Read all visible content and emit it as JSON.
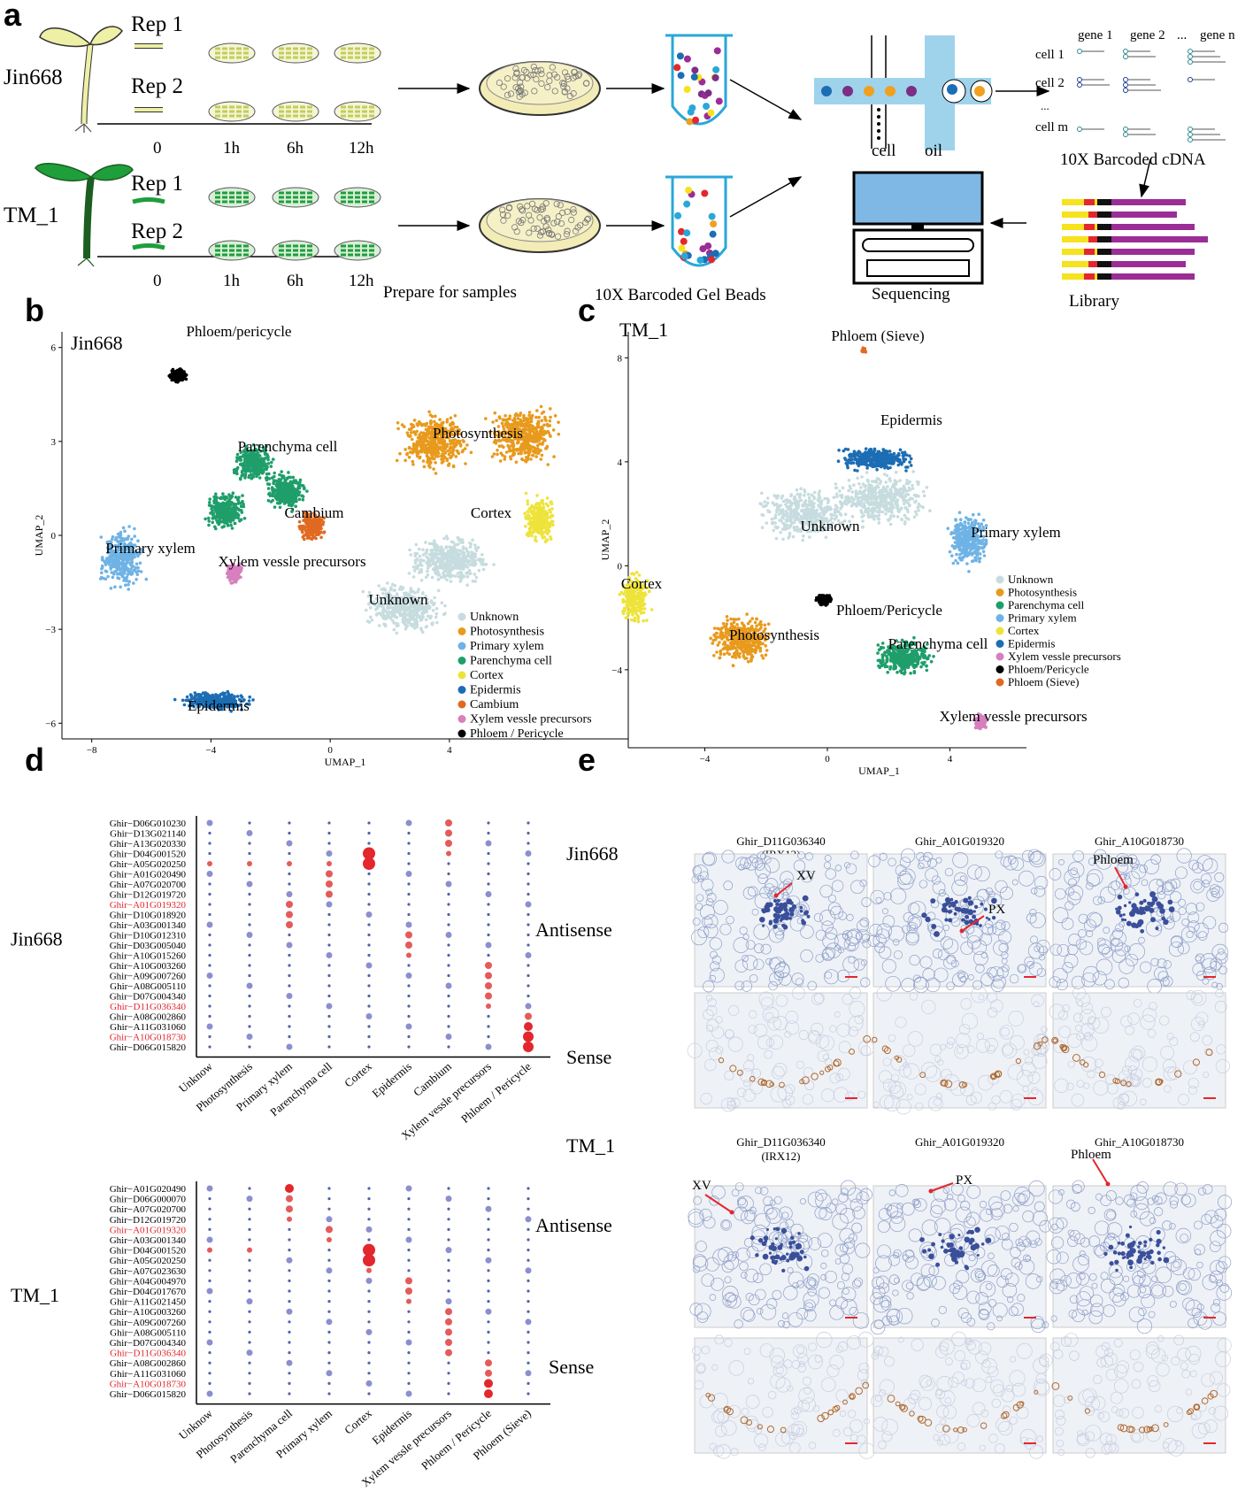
{
  "panel_letters": {
    "a": "a",
    "b": "b",
    "c": "c",
    "d": "d",
    "e": "e"
  },
  "panel_a": {
    "jin_label": "Jin668",
    "tm_label": "TM_1",
    "rep1": "Rep 1",
    "rep2": "Rep 2",
    "time_ticks": [
      "0",
      "1h",
      "6h",
      "12h"
    ],
    "prepare": "Prepare for samples",
    "beads": "10X Barcoded Gel Beads",
    "cell": "cell",
    "oil": "oil",
    "genes": [
      "gene 1",
      "gene 2",
      "...",
      "gene n"
    ],
    "cells": [
      "cell 1",
      "cell 2",
      "...",
      "cell m"
    ],
    "cdna": "10X Barcoded cDNA",
    "sequencing": "Sequencing",
    "library": "Library",
    "colors": {
      "jin_plant": "#eef0a6",
      "tm_plant": "#1f9e3c",
      "bead_tube": "#2aa7d9",
      "droplet_channel": "#9fd3ec",
      "library_yellow": "#f6e21d",
      "library_red": "#e3272d",
      "library_purple": "#9b2d96"
    }
  },
  "panel_b": {
    "title": "Jin668",
    "xlabel": "UMAP_1",
    "ylabel": "UMAP_2",
    "xticks": [
      "−8",
      "−4",
      "0",
      "4"
    ],
    "yticks": [
      "6",
      "3",
      "0",
      "−3",
      "−6"
    ],
    "clusters": [
      {
        "name": "Phloem/pericycle",
        "color": "#000000"
      },
      {
        "name": "Parenchyma cell",
        "color": "#1f9e6a"
      },
      {
        "name": "Photosynthesis",
        "color": "#e89a1d"
      },
      {
        "name": "Cambium",
        "color": "#e06a22"
      },
      {
        "name": "Cortex",
        "color": "#eee33a"
      },
      {
        "name": "Primary xylem",
        "color": "#6fb3e5"
      },
      {
        "name": "Xylem vessle precursors",
        "color": "#d77fbf"
      },
      {
        "name": "Unknown",
        "color": "#c7dcdf"
      },
      {
        "name": "Epidermis",
        "color": "#1c6db4"
      }
    ],
    "legend": [
      "Unknown",
      "Photosynthesis",
      "Primary xylem",
      "Parenchyma cell",
      "Cortex",
      "Epidermis",
      "Cambium",
      "Xylem vessle precursors",
      "Phloem / Pericycle"
    ],
    "legend_colors": [
      "#c7dcdf",
      "#e89a1d",
      "#6fb3e5",
      "#1f9e6a",
      "#eee33a",
      "#1c6db4",
      "#e06a22",
      "#d77fbf",
      "#000000"
    ]
  },
  "panel_c": {
    "title": "TM_1",
    "xlabel": "UMAP_1",
    "ylabel": "UMAP_2",
    "xticks": [
      "−4",
      "0",
      "4"
    ],
    "yticks": [
      "8",
      "4",
      "0",
      "−4"
    ],
    "clusters": [
      {
        "name": "Phloem (Sieve)",
        "color": "#e06a22"
      },
      {
        "name": "Epidermis",
        "color": "#1c6db4"
      },
      {
        "name": "Unknown",
        "color": "#c7dcdf"
      },
      {
        "name": "Primary xylem",
        "color": "#6fb3e5"
      },
      {
        "name": "Cortex",
        "color": "#eee33a"
      },
      {
        "name": "Phloem/Pericycle",
        "color": "#000000"
      },
      {
        "name": "Photosynthesis",
        "color": "#e89a1d"
      },
      {
        "name": "Parenchyma cell",
        "color": "#1f9e6a"
      },
      {
        "name": "Xylem vessle precursors",
        "color": "#d77fbf"
      }
    ],
    "legend": [
      "Unknown",
      "Photosynthesis",
      "Parenchyma cell",
      "Primary xylem",
      "Cortex",
      "Epidermis",
      "Xylem vessle precursors",
      "Phloem/Pericycle",
      "Phloem (Sieve)"
    ],
    "legend_colors": [
      "#c7dcdf",
      "#e89a1d",
      "#1f9e6a",
      "#6fb3e5",
      "#eee33a",
      "#1c6db4",
      "#d77fbf",
      "#000000",
      "#e06a22"
    ]
  },
  "panel_d_top": {
    "group": "Jin668",
    "genes": [
      "Ghir−D06G010230",
      "Ghir−D13G021140",
      "Ghir−A13G020330",
      "Ghir−D04G001520",
      "Ghir−A05G020250",
      "Ghir−A01G020490",
      "Ghir−A07G020700",
      "Ghir−D12G019720",
      "Ghir−A01G019320",
      "Ghir−D10G018920",
      "Ghir−A03G001340",
      "Ghir−D10G012310",
      "Ghir−D03G005040",
      "Ghir−A10G015260",
      "Ghir−A10G003260",
      "Ghir−A09G007260",
      "Ghir−A08G005110",
      "Ghir−D07G004340",
      "Ghir−D11G036340",
      "Ghir−A08G002860",
      "Ghir−A11G031060",
      "Ghir−A10G018730",
      "Ghir−D06G015820"
    ],
    "highlight": [
      8,
      18,
      21
    ],
    "columns": [
      "Unknow",
      "Photosynthesis",
      "Primary xylem",
      "Parenchyma cell",
      "Cortex",
      "Epidermis",
      "Cambium",
      "Xylem vessle precursors",
      "Phloem / Pericycle"
    ]
  },
  "panel_d_bottom": {
    "group": "TM_1",
    "genes": [
      "Ghir−A01G020490",
      "Ghir−D06G000070",
      "Ghir−A07G020700",
      "Ghir−D12G019720",
      "Ghir−A01G019320",
      "Ghir−A03G001340",
      "Ghir−D04G001520",
      "Ghir−A05G020250",
      "Ghir−A07G023630",
      "Ghir−A04G004970",
      "Ghir−D04G017670",
      "Ghir−A11G021450",
      "Ghir−A10G003260",
      "Ghir−A09G007260",
      "Ghir−A08G005110",
      "Ghir−D07G004340",
      "Ghir−D11G036340",
      "Ghir−A08G002860",
      "Ghir−A11G031060",
      "Ghir−A10G018730",
      "Ghir−D06G015820"
    ],
    "highlight": [
      4,
      16,
      19
    ],
    "columns": [
      "Unknow",
      "Photosynthesis",
      "Parenchyma cell",
      "Primary xylem",
      "Cortex",
      "Epidermis",
      "Xylem vessle precursors",
      "Phloem / Pericycle",
      "Phloem (Sieve)"
    ]
  },
  "panel_e": {
    "row_group_1": "Jin668",
    "row_group_2": "TM_1",
    "antisense": "Antisense",
    "sense": "Sense",
    "col_genes_top": [
      "Ghir_D11G036340",
      "Ghir_A01G019320",
      "Ghir_A10G018730"
    ],
    "col_genes_bottom": [
      "Ghir_D11G036340",
      "Ghir_A01G019320",
      "Ghir_A10G018730"
    ],
    "irx": "(IRX12)",
    "arrows_top": [
      "XV",
      "PX",
      "Phloem"
    ],
    "arrows_bottom": [
      "XV",
      "PX",
      "Phloem"
    ]
  },
  "chart_data": [
    {
      "type": "scatter",
      "title": "Jin668",
      "xlabel": "UMAP_1",
      "ylabel": "UMAP_2",
      "xlim": [
        -9,
        10
      ],
      "ylim": [
        -6.5,
        6.5
      ],
      "series": [
        {
          "name": "Phloem / Pericycle",
          "points": [
            [
              -5.1,
              5.1
            ]
          ]
        },
        {
          "name": "Parenchyma cell",
          "points": [
            [
              -2.6,
              2.3
            ],
            [
              -1.5,
              1.4
            ],
            [
              -3.5,
              0.8
            ]
          ]
        },
        {
          "name": "Photosynthesis",
          "points": [
            [
              3.5,
              3.0
            ],
            [
              6.5,
              3.2
            ]
          ]
        },
        {
          "name": "Cambium",
          "points": [
            [
              -0.6,
              0.3
            ]
          ]
        },
        {
          "name": "Cortex",
          "points": [
            [
              7.0,
              0.5
            ]
          ]
        },
        {
          "name": "Primary xylem",
          "points": [
            [
              -7.0,
              -0.7
            ]
          ]
        },
        {
          "name": "Xylem vessle precursors",
          "points": [
            [
              -3.2,
              -1.2
            ]
          ]
        },
        {
          "name": "Unknown",
          "points": [
            [
              2.5,
              -2.3
            ],
            [
              4.0,
              -0.8
            ]
          ]
        },
        {
          "name": "Epidermis",
          "points": [
            [
              -3.8,
              -5.3
            ]
          ]
        }
      ]
    },
    {
      "type": "scatter",
      "title": "TM_1",
      "xlabel": "UMAP_1",
      "ylabel": "UMAP_2",
      "xlim": [
        -6.5,
        6.5
      ],
      "ylim": [
        -7,
        9
      ],
      "series": [
        {
          "name": "Phloem (Sieve)",
          "points": [
            [
              1.2,
              8.3
            ]
          ]
        },
        {
          "name": "Epidermis",
          "points": [
            [
              1.6,
              4.1
            ]
          ]
        },
        {
          "name": "Unknown",
          "points": [
            [
              -0.8,
              2.0
            ],
            [
              1.8,
              2.6
            ]
          ]
        },
        {
          "name": "Primary xylem",
          "points": [
            [
              4.6,
              1.0
            ]
          ]
        },
        {
          "name": "Cortex",
          "points": [
            [
              -6.3,
              -1.2
            ]
          ]
        },
        {
          "name": "Phloem/Pericycle",
          "points": [
            [
              -0.1,
              -1.3
            ]
          ]
        },
        {
          "name": "Photosynthesis",
          "points": [
            [
              -2.8,
              -2.8
            ]
          ]
        },
        {
          "name": "Parenchyma cell",
          "points": [
            [
              2.5,
              -3.5
            ]
          ]
        },
        {
          "name": "Xylem vessle precursors",
          "points": [
            [
              5.0,
              -6.0
            ]
          ]
        }
      ]
    }
  ]
}
